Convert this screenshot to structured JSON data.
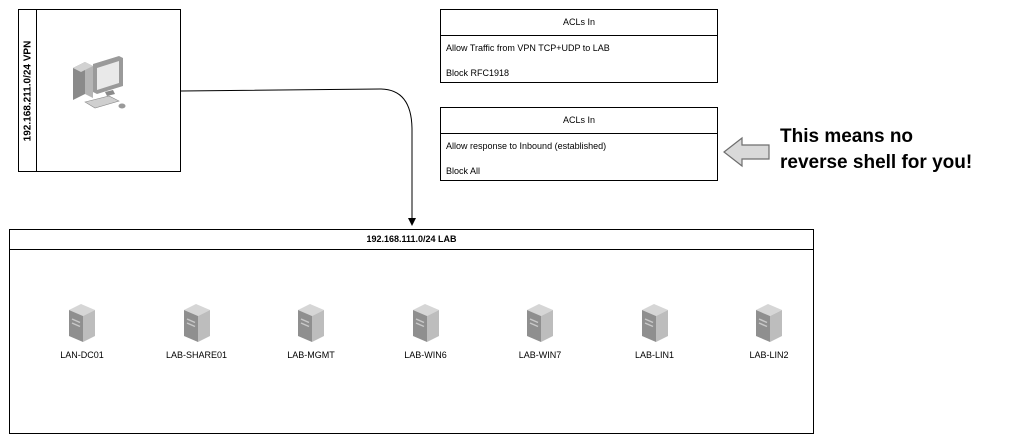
{
  "vpn": {
    "label": "192.168.211.0/24 VPN"
  },
  "acl_vpn": {
    "title": "ACLs In",
    "rules": [
      "Allow Traffic from VPN TCP+UDP to LAB",
      "Block RFC1918"
    ]
  },
  "acl_lab": {
    "title": "ACLs In",
    "rules": [
      "Allow response to Inbound (established)",
      "Block All"
    ]
  },
  "callout": {
    "line1": "This means no",
    "line2": "reverse shell for you!"
  },
  "lab": {
    "label": "192.168.111.0/24 LAB",
    "servers": [
      "LAN-DC01",
      "LAB-SHARE01",
      "LAB-MGMT",
      "LAB-WIN6",
      "LAB-WIN7",
      "LAB-LIN1",
      "LAB-LIN2"
    ]
  }
}
